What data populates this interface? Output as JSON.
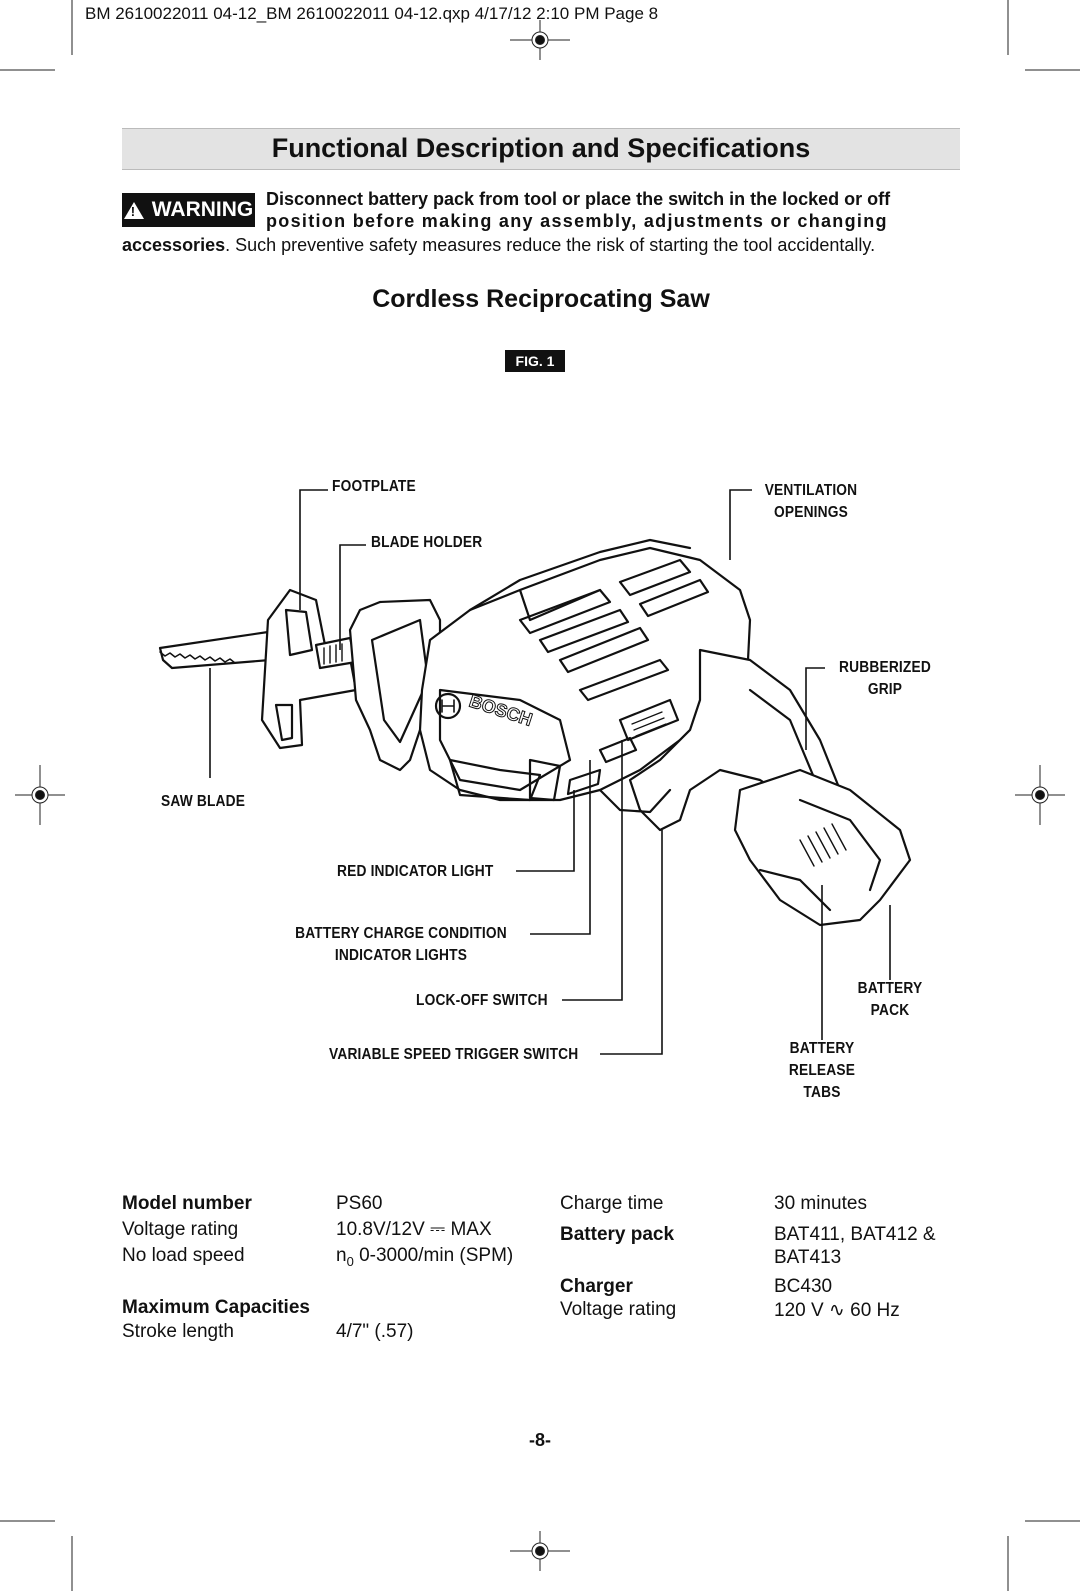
{
  "print_header": "BM 2610022011 04-12_BM 2610022011 04-12.qxp  4/17/12  2:10 PM  Page 8",
  "section_title": "Functional Description and Specifications",
  "warning": {
    "badge": "WARNING",
    "line1": "Disconnect battery pack from tool or place the switch in the locked or off",
    "line2": "position before making any assembly, adjustments or changing",
    "line3_bold": "accessories",
    "line3_rest": ". Such preventive safety measures reduce the risk of starting the tool accidentally."
  },
  "product_title": "Cordless Reciprocating Saw",
  "figure_label": "FIG. 1",
  "callouts": {
    "footplate": "FOOTPLATE",
    "blade_holder": "BLADE HOLDER",
    "ventilation_1": "VENTILATION",
    "ventilation_2": "OPENINGS",
    "rubberized_1": "RUBBERIZED",
    "rubberized_2": "GRIP",
    "saw_blade": "SAW BLADE",
    "red_indicator": "RED INDICATOR LIGHT",
    "battery_charge_1": "BATTERY CHARGE CONDITION",
    "battery_charge_2": "INDICATOR LIGHTS",
    "lock_off": "LOCK-OFF SWITCH",
    "variable_speed": "VARIABLE SPEED TRIGGER SWITCH",
    "battery_pack_1": "BATTERY",
    "battery_pack_2": "PACK",
    "release_1": "BATTERY",
    "release_2": "RELEASE",
    "release_3": "TABS",
    "brand_on_tool": "BOSCH"
  },
  "specs": {
    "model_label": "Model number",
    "model_value": "PS60",
    "voltage_label": "Voltage rating",
    "voltage_value": "10.8V/12V ⎓ MAX",
    "speed_label": "No load speed",
    "speed_n": "n",
    "speed_sub": "0",
    "speed_value": " 0-3000/min (SPM)",
    "capacities_label": "Maximum Capacities",
    "stroke_label": "Stroke length",
    "stroke_value": "4/7\" (.57)",
    "charge_time_label": "Charge time",
    "charge_time_value": "30 minutes",
    "battery_pack_label": "Battery pack",
    "battery_pack_value_1": "BAT411, BAT412 &",
    "battery_pack_value_2": "BAT413",
    "charger_label": "Charger",
    "charger_value": "BC430",
    "charger_voltage_label": "Voltage rating",
    "charger_voltage_value": "120 V ∿  60 Hz"
  },
  "page_number": "-8-"
}
